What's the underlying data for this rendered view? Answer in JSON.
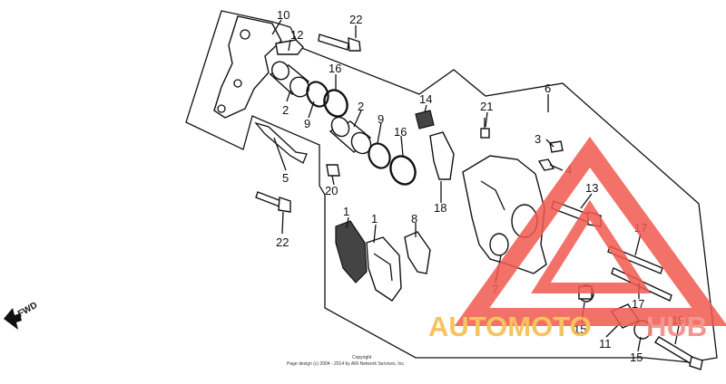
{
  "labels": {
    "p10": "10",
    "p22a": "22",
    "p12": "12",
    "p2a": "2",
    "p9a": "9",
    "p16a": "16",
    "p2b": "2",
    "p9b": "9",
    "p16b": "16",
    "p14": "14",
    "p21": "21",
    "p6": "6",
    "p3": "3",
    "p4": "4",
    "p5": "5",
    "p20": "20",
    "p18": "18",
    "p22b": "22",
    "p1a": "1",
    "p1b": "1",
    "p8": "8",
    "p13": "13",
    "p17a": "17",
    "p7": "7",
    "p17b": "17",
    "p15a": "15",
    "p11": "11",
    "p19": "19",
    "p15b": "15"
  },
  "fwd_label": "FWD",
  "copyright": {
    "line1": "Copyright",
    "line2": "Page design (c) 2004 - 2014 by ARI Network Services, Inc."
  },
  "watermark": {
    "text_a": "AUTOMOTO",
    "text_b": "HUB",
    "color_a": "#f5b942",
    "color_b": "#f0857a"
  },
  "colors": {
    "watermark_triangle": "#f05a4f",
    "ink": "#111111"
  }
}
